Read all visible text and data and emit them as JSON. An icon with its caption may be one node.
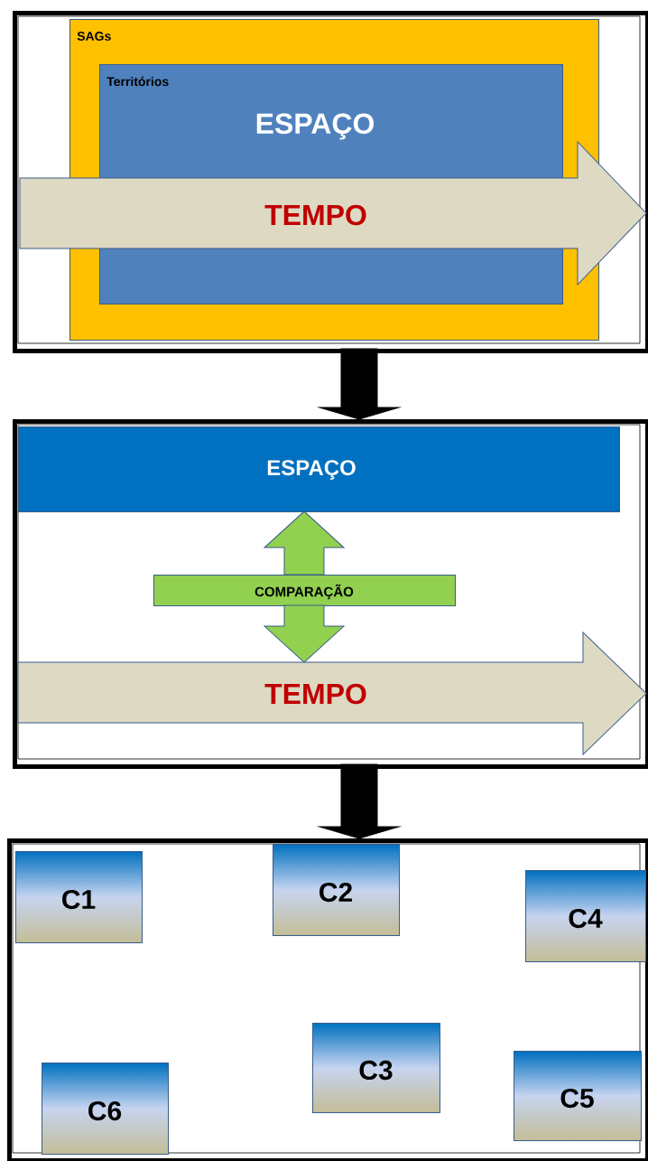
{
  "diagram": {
    "nodes": [
      {
        "text": [],
        "shape": "box"
      },
      {
        "text": [
          "SAGs"
        ],
        "in": 0
      },
      {
        "text": [
          "Territórios",
          "ESPAÇO"
        ],
        "in": 1
      },
      {
        "text": [
          "TEMPO"
        ],
        "in": 0
      },
      {
        "text": [],
        "shape": "box"
      },
      {
        "text": [
          "ESPAÇO"
        ],
        "in": 4
      },
      {
        "text": [
          "COMPARAÇÃO"
        ],
        "in": 4
      },
      {
        "text": [
          "TEMPO"
        ],
        "in": 4
      },
      {
        "text": [],
        "shape": "box"
      },
      {
        "text": [
          "C1"
        ],
        "in": 8
      },
      {
        "text": [
          "C2"
        ],
        "in": 8
      },
      {
        "text": [
          "C4"
        ],
        "in": 8
      },
      {
        "text": [
          "C6"
        ],
        "in": 8
      },
      {
        "text": [
          "C3"
        ],
        "in": 8
      },
      {
        "text": [
          "C5"
        ],
        "in": 8
      }
    ],
    "edges": [
      {
        "from": 0,
        "to": 4,
        "arrow": "to",
        "color": "#000000"
      },
      {
        "from": 6,
        "to": 5,
        "arrow": "to",
        "color": "#92d050"
      },
      {
        "from": 6,
        "to": 7,
        "arrow": "to",
        "color": "#92d050"
      },
      {
        "from": 4,
        "to": 8,
        "arrow": "to",
        "color": "#000000"
      }
    ]
  }
}
